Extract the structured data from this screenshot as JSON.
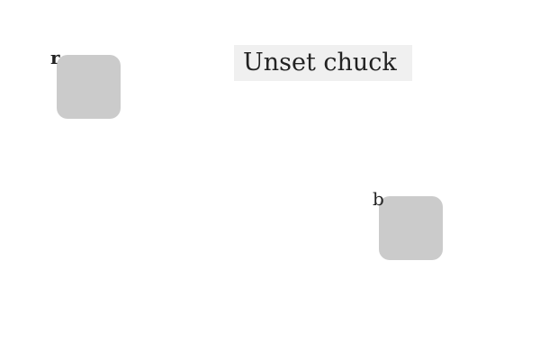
{
  "instruction": {
    "text": "Unset chuck"
  },
  "tiles": [
    {
      "id": "r",
      "label": "r",
      "color": "#cbcbcb"
    },
    {
      "id": "b",
      "label": "b",
      "color": "#cbcbcb"
    }
  ],
  "colors": {
    "instruction_background": "#f0f0f0",
    "page_background": "#ffffff",
    "text": "#222222"
  }
}
